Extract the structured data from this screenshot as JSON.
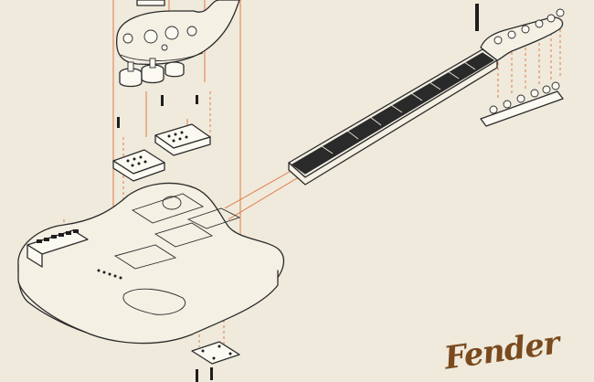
{
  "brand": {
    "logo_text": "Fender"
  },
  "colors": {
    "paper": "#efeadb",
    "ink": "#2b2b2b",
    "guide": "#e0703a",
    "logo": "#7a4a1e"
  },
  "parts": [
    "control-plate",
    "knob",
    "knob",
    "pickguard",
    "pickup-bridge",
    "pickup-neck",
    "body",
    "bridge",
    "neck",
    "headstock",
    "tuners",
    "neck-plate",
    "neck-screws"
  ]
}
